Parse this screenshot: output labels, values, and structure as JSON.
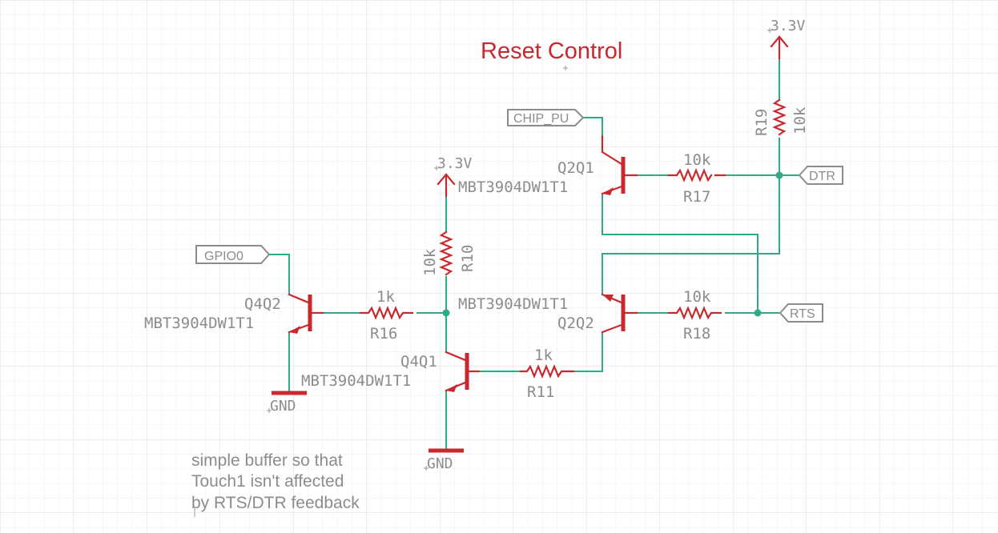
{
  "title": "Reset Control",
  "colors": {
    "wire": "#2bab88",
    "component": "#c8282e",
    "label": "#8c8c8c",
    "title": "#c8282e",
    "grid": "#e7e7e7"
  },
  "ports": {
    "chip_pu": "CHIP_PU",
    "dtr": "DTR",
    "rts": "RTS",
    "gpio0": "GPIO0"
  },
  "supplies": {
    "v33_top": "3.3V",
    "v33_mid": "3.3V",
    "gnd_left": "GND",
    "gnd_mid": "GND"
  },
  "resistors": {
    "r19": {
      "name": "R19",
      "value": "10k"
    },
    "r17": {
      "name": "R17",
      "value": "10k"
    },
    "r10": {
      "name": "R10",
      "value": "10k"
    },
    "r16": {
      "name": "R16",
      "value": "1k"
    },
    "r18": {
      "name": "R18",
      "value": "10k"
    },
    "r11": {
      "name": "R11",
      "value": "1k"
    }
  },
  "transistors": {
    "q2q1": {
      "name": "Q2Q1",
      "part": "MBT3904DW1T1"
    },
    "q2q2": {
      "name": "Q2Q2",
      "part": "MBT3904DW1T1"
    },
    "q4q1": {
      "name": "Q4Q1",
      "part": "MBT3904DW1T1"
    },
    "q4q2": {
      "name": "Q4Q2",
      "part": "MBT3904DW1T1"
    }
  },
  "note": {
    "line1": "simple buffer so that",
    "line2": "Touch1 isn't affected",
    "line3": "by RTS/DTR feedback"
  }
}
